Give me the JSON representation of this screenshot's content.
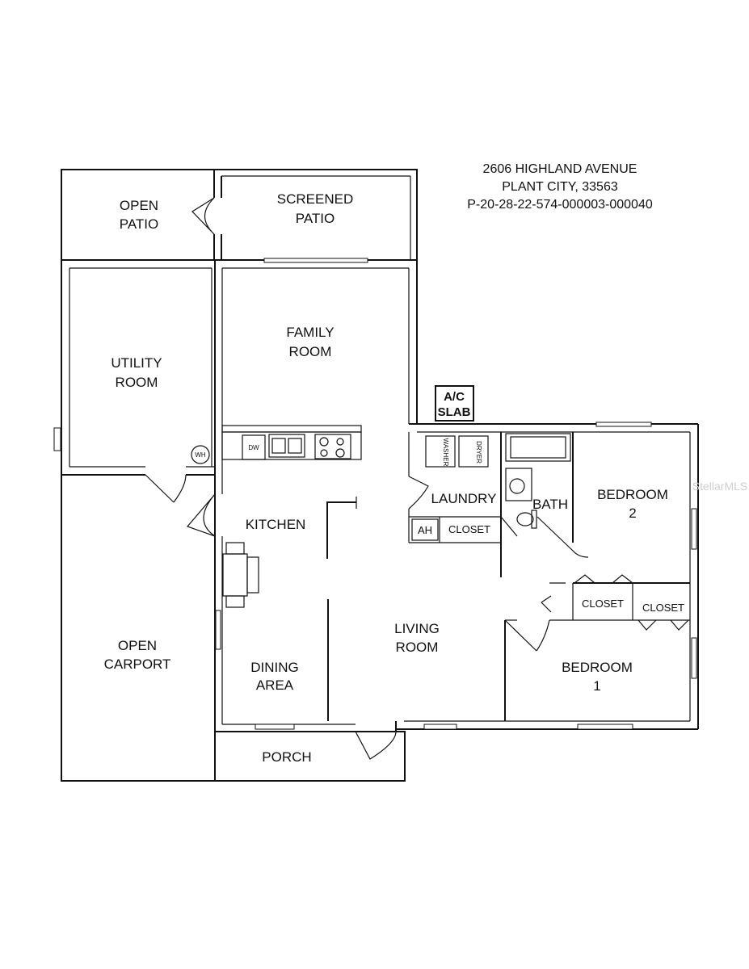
{
  "header": {
    "address_line": "2606 HIGHLAND AVENUE",
    "city_line": "PLANT CITY, 33563",
    "parcel_line": "P-20-28-22-574-000003-000040"
  },
  "rooms": {
    "open_patio": [
      "OPEN",
      "PATIO"
    ],
    "screened_patio": [
      "SCREENED",
      "PATIO"
    ],
    "utility_room": [
      "UTILITY",
      "ROOM"
    ],
    "family_room": [
      "FAMILY",
      "ROOM"
    ],
    "kitchen": "KITCHEN",
    "open_carport": [
      "OPEN",
      "CARPORT"
    ],
    "dining_area": [
      "DINING",
      "AREA"
    ],
    "living_room": [
      "LIVING",
      "ROOM"
    ],
    "laundry": "LAUNDRY",
    "bath": "BATH",
    "bedroom_2": [
      "BEDROOM",
      "2"
    ],
    "bedroom_1": [
      "BEDROOM",
      "1"
    ],
    "closet_laundry": "CLOSET",
    "closet_bed2": "CLOSET",
    "closet_bed1": "CLOSET",
    "porch": "PORCH"
  },
  "fixtures": {
    "ac_slab": [
      "A/C",
      "SLAB"
    ],
    "air_handler": "AH",
    "water_heater": "WH",
    "dishwasher": "DW",
    "washer": "WASHER",
    "dryer": "DRYER"
  },
  "watermark": "StellarMLS"
}
